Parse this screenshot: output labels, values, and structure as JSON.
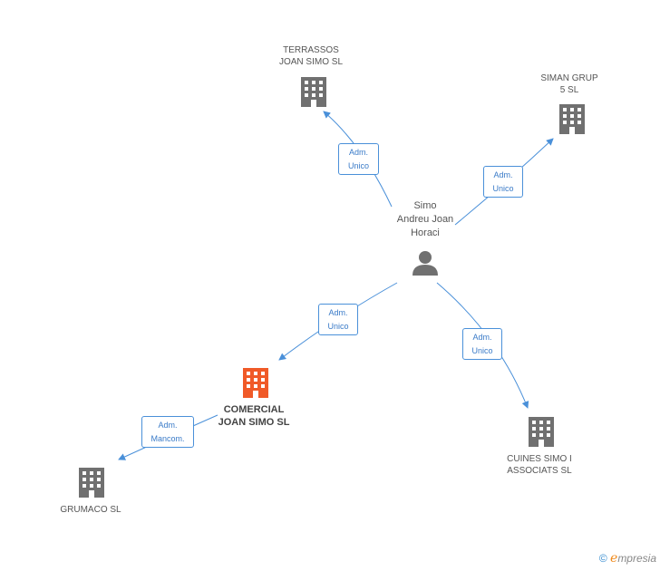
{
  "person": {
    "name_lines": [
      "Simo",
      "Andreu Joan",
      "Horaci"
    ],
    "icon": "person-icon"
  },
  "companies": [
    {
      "id": "terrassos",
      "lines": [
        "TERRASSOS",
        "JOAN SIMO SL"
      ],
      "icon": "building-icon",
      "highlight": false
    },
    {
      "id": "siman",
      "lines": [
        "SIMAN GRUP",
        "5 SL"
      ],
      "icon": "building-icon",
      "highlight": false
    },
    {
      "id": "comercial",
      "lines": [
        "COMERCIAL",
        "JOAN SIMO SL"
      ],
      "icon": "building-icon",
      "highlight": true
    },
    {
      "id": "cuines",
      "lines": [
        "CUINES SIMO I",
        "ASSOCIATS SL"
      ],
      "icon": "building-icon",
      "highlight": false
    },
    {
      "id": "grumaco",
      "lines": [
        "GRUMACO SL"
      ],
      "icon": "building-icon",
      "highlight": false
    }
  ],
  "edges": [
    {
      "from": "person",
      "to": "terrassos",
      "label_lines": [
        "Adm.",
        "Unico"
      ]
    },
    {
      "from": "person",
      "to": "siman",
      "label_lines": [
        "Adm.",
        "Unico"
      ]
    },
    {
      "from": "person",
      "to": "comercial",
      "label_lines": [
        "Adm.",
        "Unico"
      ]
    },
    {
      "from": "person",
      "to": "cuines",
      "label_lines": [
        "Adm.",
        "Unico"
      ]
    },
    {
      "from": "comercial",
      "to": "grumaco",
      "label_lines": [
        "Adm.",
        "Mancom."
      ]
    }
  ],
  "colors": {
    "edge": "#4a90d9",
    "building": "#707070",
    "building_highlight": "#f05a28",
    "person": "#707070"
  },
  "watermark": {
    "copyright": "©",
    "brand_first": "e",
    "brand_rest": "mpresia"
  }
}
